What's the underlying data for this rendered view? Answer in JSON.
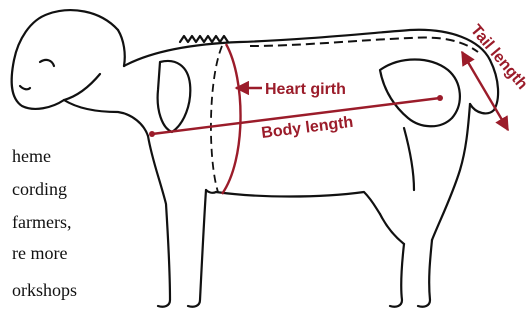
{
  "measurement_color": "#9b1c2a",
  "outline_color": "#111111",
  "labels": {
    "heart_girth": "Heart girth",
    "body_length": "Body length",
    "tail_length": "Tail length"
  },
  "background_text": [
    "heme",
    "cording",
    "farmers,",
    "re     more",
    "orkshops"
  ]
}
